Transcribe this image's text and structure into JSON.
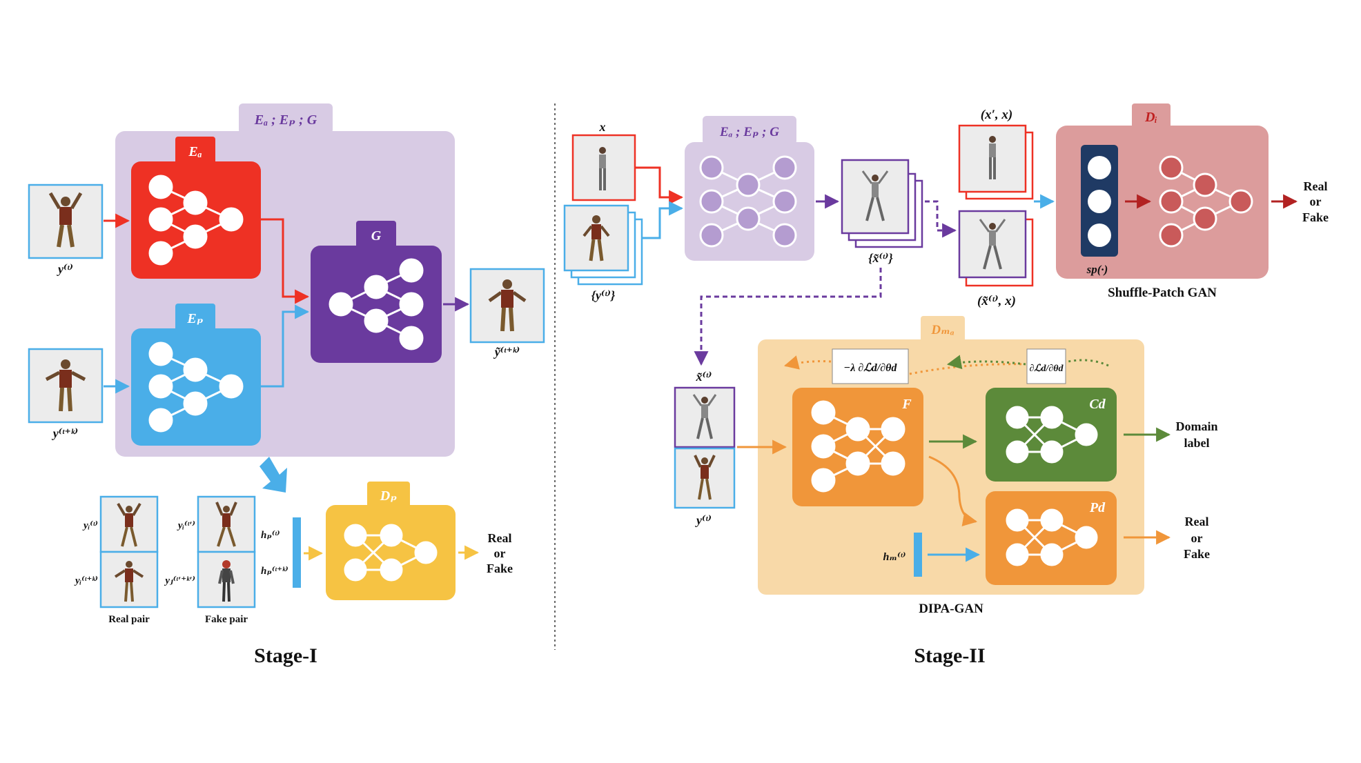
{
  "stage1": {
    "title": "Stage-I",
    "group_label": "Eₐ ; Eₚ ; G",
    "encoder_a_label": "Eₐ",
    "encoder_p_label": "Eₚ",
    "generator_label": "G",
    "discriminator_label": "Dₚ",
    "input_top_label": "y⁽ᵗ⁾",
    "input_bottom_label": "y⁽ᵗ⁺ᵏ⁾",
    "output_label": "ỹ⁽ᵗ⁺ᵏ⁾",
    "real_pair_label": "Real pair",
    "fake_pair_label": "Fake pair",
    "real_pair_top": "yᵢ⁽ᵗ⁾",
    "real_pair_bottom": "yᵢ⁽ᵗ⁺ᵏ⁾",
    "fake_pair_top": "yᵢ⁽ᵗ′⁾",
    "fake_pair_bottom": "yⱼ⁽ᵗ′⁺ᵏ′⁾",
    "hp_top": "hₚ⁽ᵗ⁾",
    "hp_bottom": "hₚ⁽ᵗ⁺ᵏ⁾",
    "out_real": "Real",
    "out_or": "or",
    "out_fake": "Fake"
  },
  "stage2": {
    "title": "Stage-II",
    "group_label": "Eₐ ; Eₚ ; G",
    "x_label": "x",
    "ys_label": "{y⁽ᵗ⁾}",
    "xs_label": "{x̃⁽ᵗ⁾}",
    "pair_top_label": "(x′, x)",
    "pair_bottom_label": "(x̃⁽ᵗ⁾, x)",
    "di_label": "Dᵢ",
    "sp_label": "sp(·)",
    "shuffle_caption": "Shuffle-Patch GAN",
    "real1": "Real",
    "or1": "or",
    "fake1": "Fake",
    "dma_label": "Dₘₐ",
    "grad_left": "−λ ∂ℒd/∂θd",
    "grad_right": "∂ℒd/∂θd",
    "xt_label": "x̃⁽ᵗ⁾",
    "yt_label": "y⁽ᵗ⁾",
    "f_label": "F",
    "cd_label": "Cd",
    "pd_label": "Pd",
    "hm_label": "hₘ⁽ᵗ⁾",
    "domain1": "Domain",
    "domain2": "label",
    "real2": "Real",
    "or2": "or",
    "fake2": "Fake",
    "dipa_caption": "DIPA-GAN"
  },
  "colors": {
    "red": "#ee3124",
    "blue": "#4aaee8",
    "purple": "#6a3a9e",
    "lavender": "#d8cbe4",
    "yellow": "#f6c343",
    "orange": "#f0963a",
    "peach": "#f8d9a8",
    "green": "#5c8a3a",
    "rose": "#dc9c9c",
    "navy": "#1f3a64"
  }
}
